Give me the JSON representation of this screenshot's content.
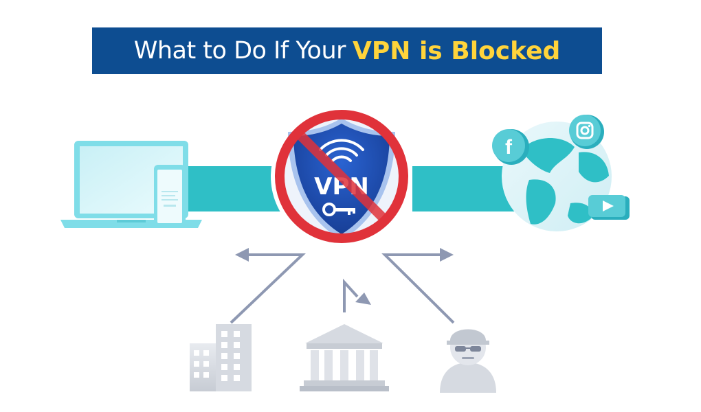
{
  "title": {
    "prefix": "What to Do If Your",
    "highlight": "VPN is Blocked"
  },
  "shield": {
    "label": "VPN"
  },
  "icons": {
    "left_device": "laptop-icon",
    "right_device": "smartphone-icon",
    "globe": "globe-icon",
    "social": [
      "facebook-icon",
      "instagram-icon",
      "youtube-icon"
    ],
    "blockers": [
      "office-building-icon",
      "government-building-icon",
      "hacker-icon"
    ]
  },
  "colors": {
    "banner": "#0d4d91",
    "highlight": "#ffd43b",
    "tunnel": "#2fbfc6",
    "ban": "#e0323a",
    "shield": "#1f4fb5"
  }
}
